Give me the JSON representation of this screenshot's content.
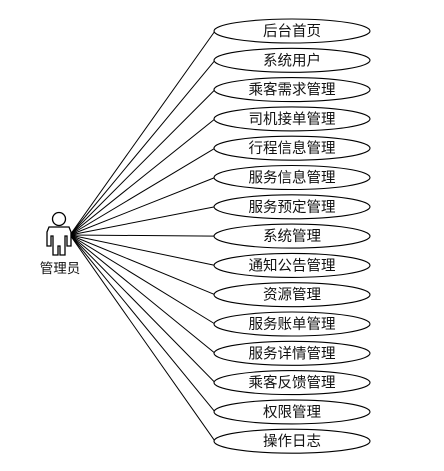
{
  "actor": {
    "label": "管理员"
  },
  "use_cases": [
    {
      "label": "后台首页"
    },
    {
      "label": "系统用户"
    },
    {
      "label": "乘客需求管理"
    },
    {
      "label": "司机接单管理"
    },
    {
      "label": "行程信息管理"
    },
    {
      "label": "服务信息管理"
    },
    {
      "label": "服务预定管理"
    },
    {
      "label": "系统管理"
    },
    {
      "label": "通知公告管理"
    },
    {
      "label": "资源管理"
    },
    {
      "label": "服务账单管理"
    },
    {
      "label": "服务详情管理"
    },
    {
      "label": "乘客反馈管理"
    },
    {
      "label": "权限管理"
    },
    {
      "label": "操作日志"
    }
  ],
  "colors": {
    "line": "#000000",
    "fill": "#ffffff",
    "text": "#111111"
  }
}
